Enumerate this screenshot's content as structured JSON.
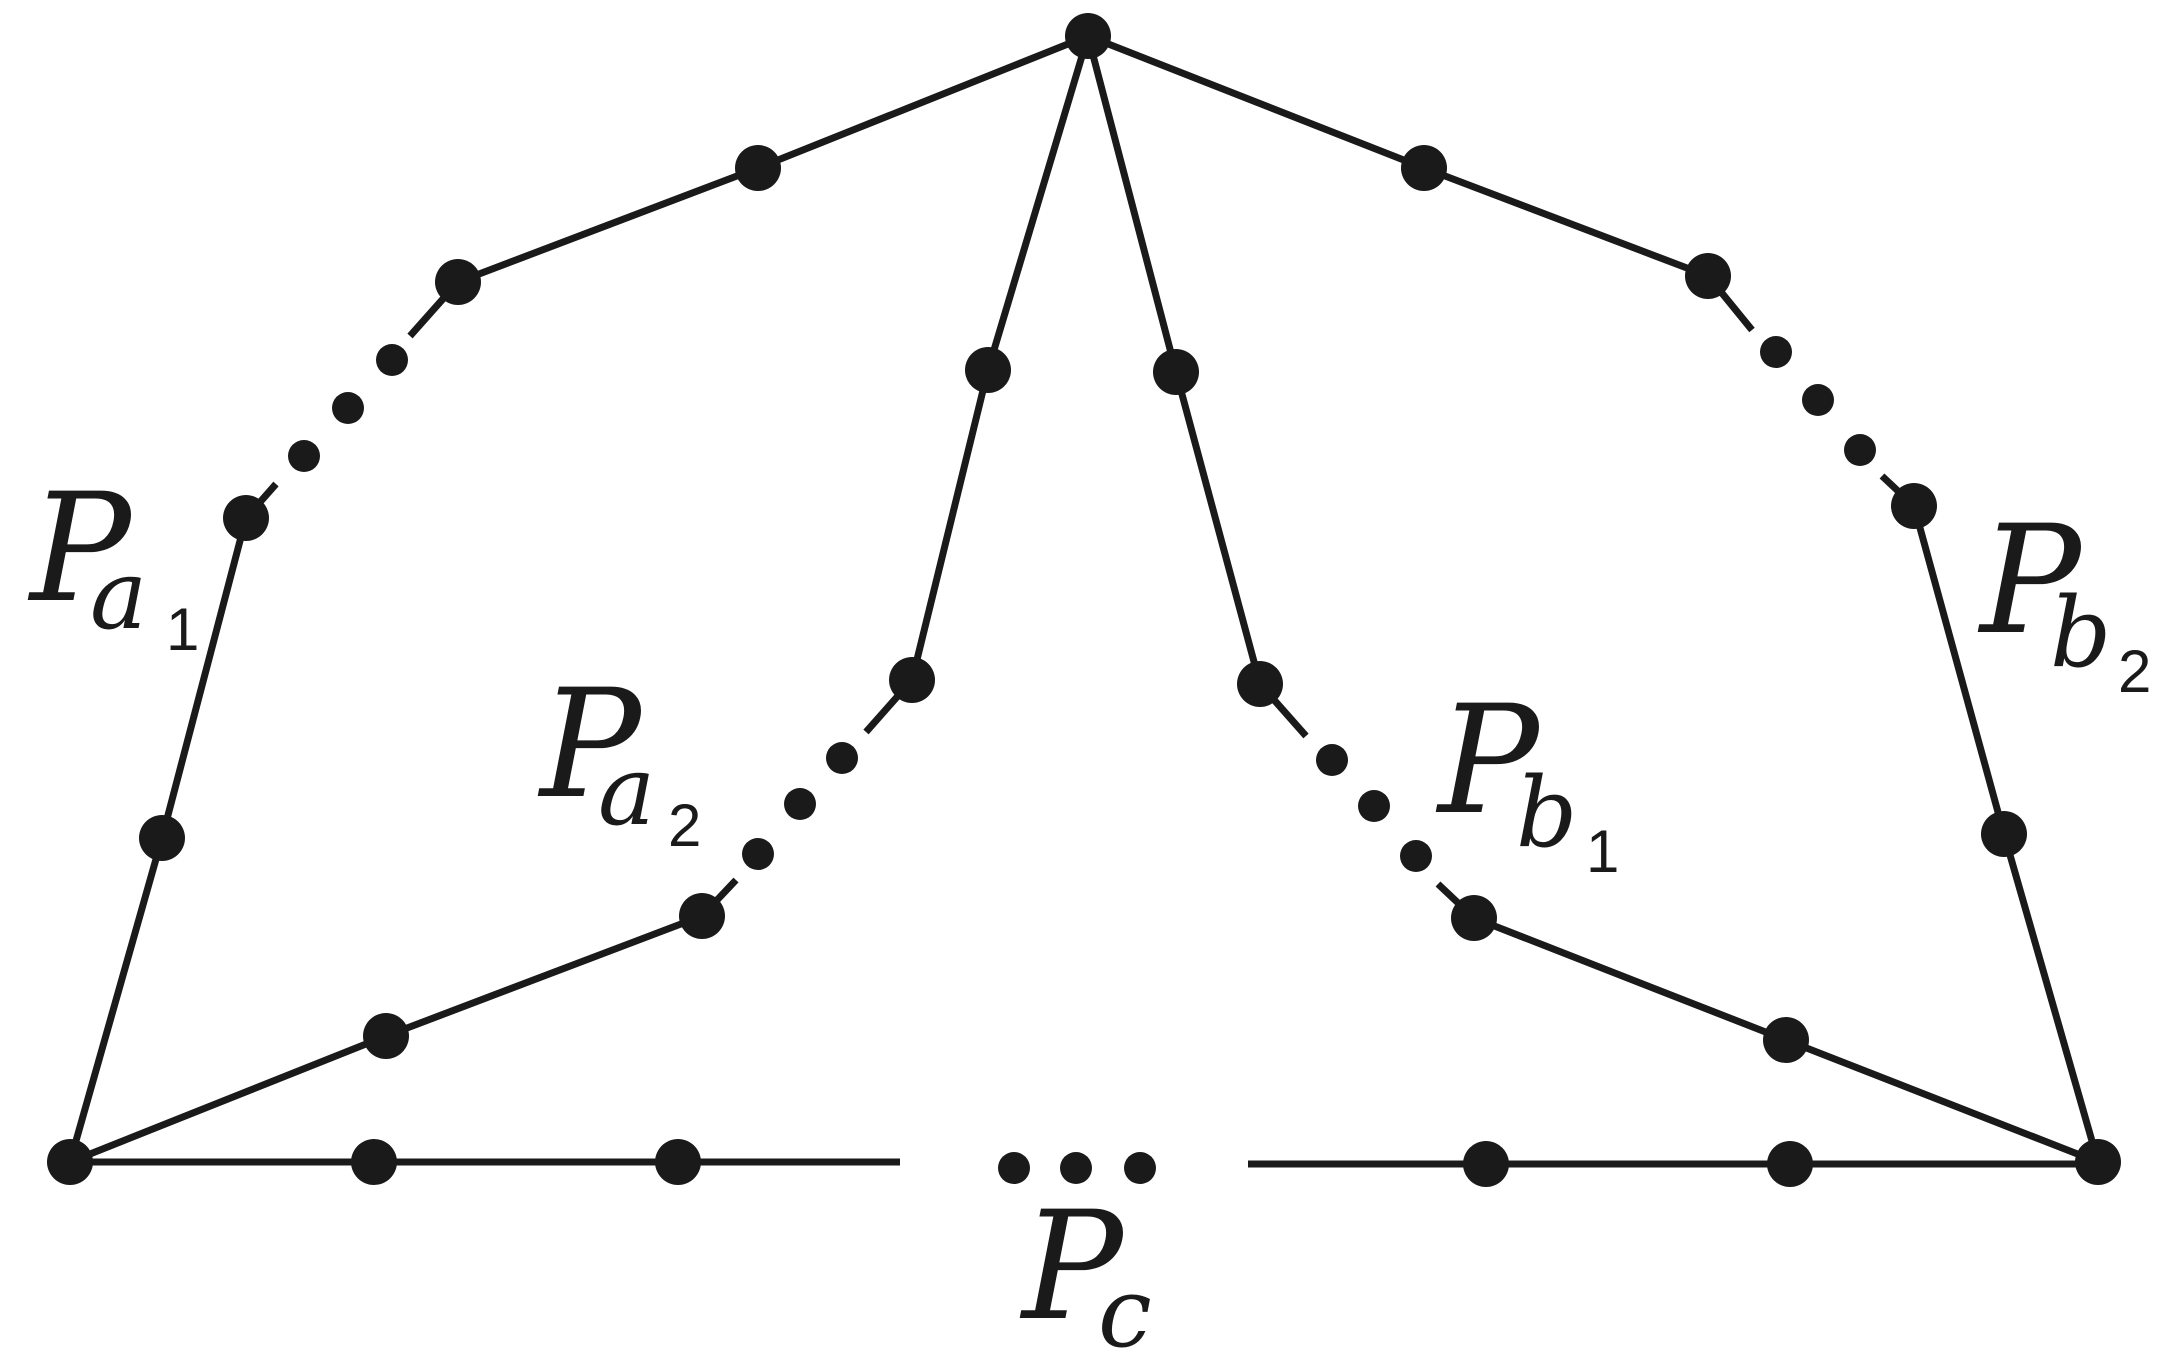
{
  "diagram": {
    "labels": {
      "pa1": {
        "main": "P",
        "sub": "a",
        "index": "1"
      },
      "pa2": {
        "main": "P",
        "sub": "a",
        "index": "2"
      },
      "pb1": {
        "main": "P",
        "sub": "b",
        "index": "1"
      },
      "pb2": {
        "main": "P",
        "sub": "b",
        "index": "2"
      },
      "pc": {
        "main": "P",
        "sub": "c",
        "index": ""
      }
    }
  },
  "colors": {
    "ink": "#1a1a1a",
    "background": "#ffffff"
  }
}
